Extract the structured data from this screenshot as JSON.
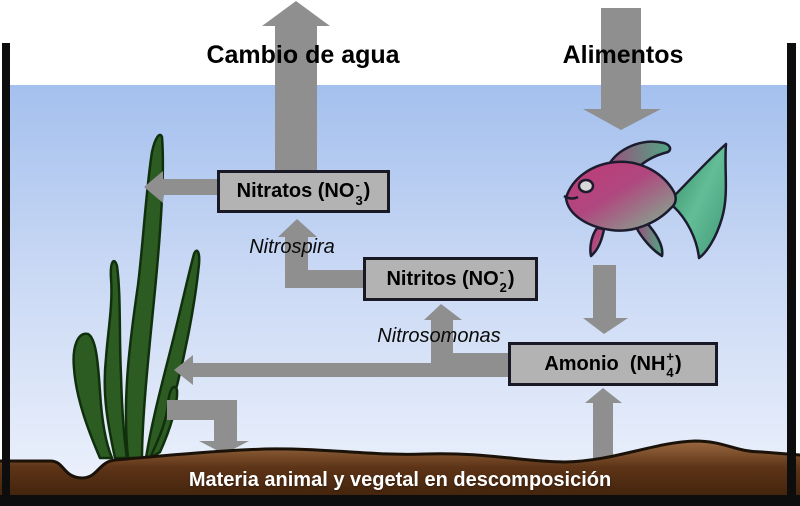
{
  "labels": {
    "water_change": "Cambio de agua",
    "food": "Alimentos",
    "nitrospira": "Nitrospira",
    "nitrosomonas": "Nitrosomonas",
    "substrate_caption": "Materia animal y vegetal en descomposición"
  },
  "boxes": {
    "nitratos": {
      "pre": "Nitratos (NO",
      "sub": "3",
      "sup": "-",
      "post": ")"
    },
    "nitritos": {
      "pre": "Nitritos (NO",
      "sub": "2",
      "sup": "-",
      "post": ")"
    },
    "amonio": {
      "pre": "Amonio  (NH",
      "sub": "4",
      "sup": "+",
      "post": ")"
    }
  },
  "icons": {
    "fish": "tropical fish illustration",
    "plant": "aquatic plant (vallisneria) illustration"
  },
  "colors": {
    "water_top": "#a4c0ee",
    "water_bottom": "#edf2fc",
    "arrow_gray": "#8f8f8f",
    "box_fill": "#b3b3b3",
    "box_border": "#191926",
    "substrate_light": "#946037",
    "substrate_dark": "#40220c",
    "tank_frame": "#0d0d0d",
    "plant_green": "#2d5c23",
    "fish_magenta": "#b5306e",
    "fish_green": "#4fa683",
    "caption_text": "#ffffff"
  }
}
